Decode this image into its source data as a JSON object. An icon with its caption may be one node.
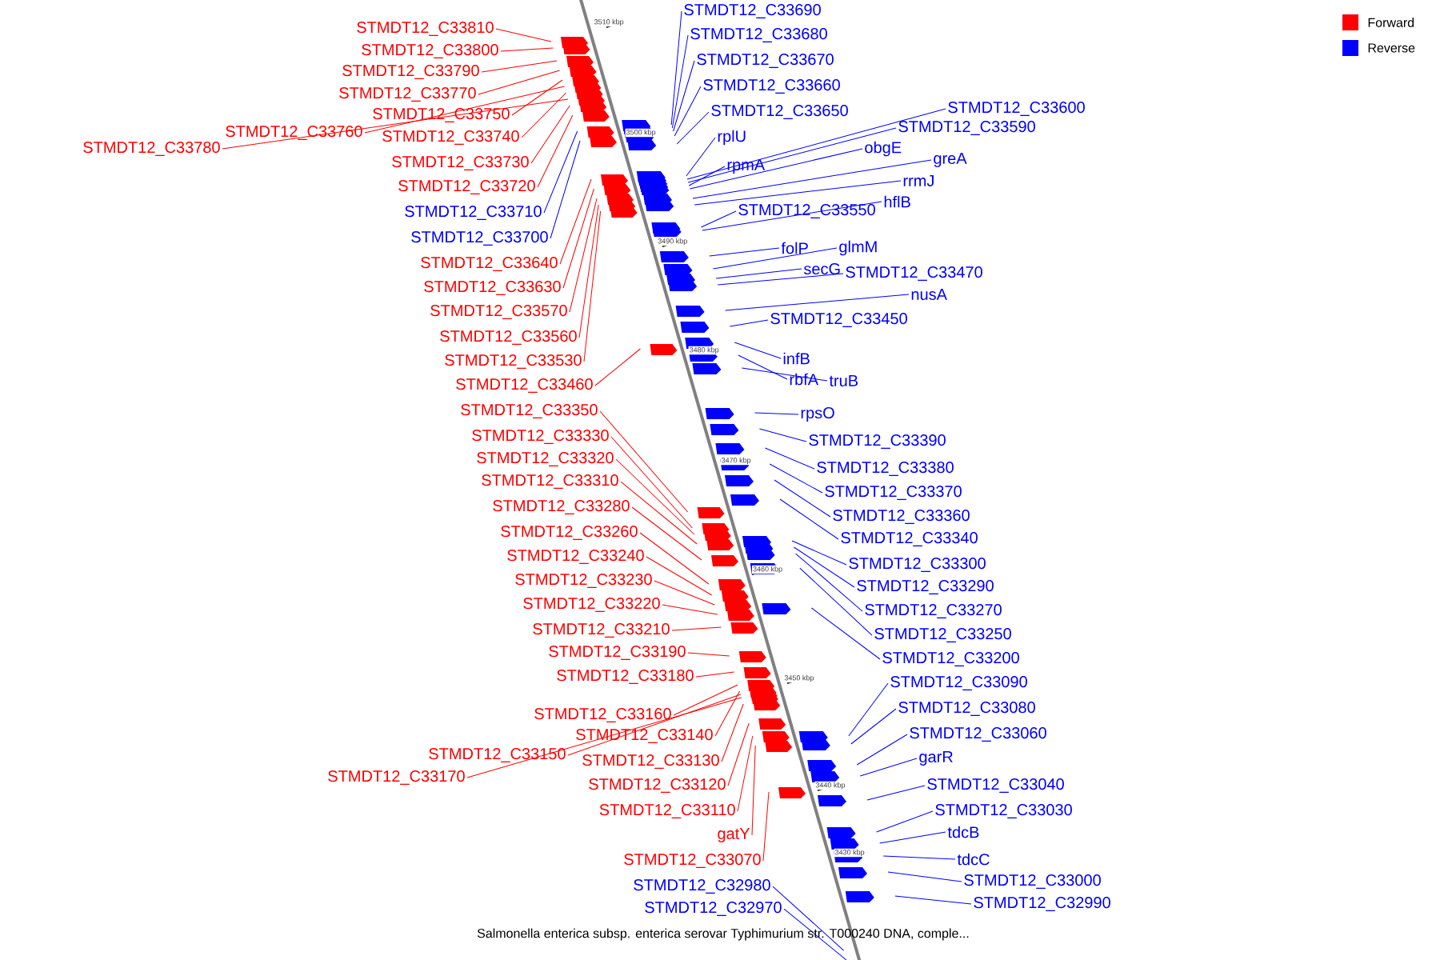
{
  "diagram": {
    "caption": "Salmonella enterica subsp. enterica serovar Typhimurium str. T000240 DNA, comple...",
    "nodes": [
      {
        "text": [
          "STMDT12_C33810"
        ]
      },
      {
        "text": [
          "STMDT12_C33800"
        ]
      },
      {
        "text": [
          "STMDT12_C33790"
        ]
      },
      {
        "text": [
          "STMDT12_C33770"
        ]
      },
      {
        "text": [
          "STMDT12_C33750"
        ]
      },
      {
        "text": [
          "STMDT12_C33760"
        ]
      },
      {
        "text": [
          "STMDT12_C33740"
        ]
      },
      {
        "text": [
          "STMDT12_C33780"
        ]
      },
      {
        "text": [
          "STMDT12_C33730"
        ]
      },
      {
        "text": [
          "STMDT12_C33720"
        ]
      },
      {
        "text": [
          "STMDT12_C33710"
        ]
      },
      {
        "text": [
          "STMDT12_C33700"
        ]
      },
      {
        "text": [
          "STMDT12_C33640"
        ]
      },
      {
        "text": [
          "STMDT12_C33630"
        ]
      },
      {
        "text": [
          "STMDT12_C33570"
        ]
      },
      {
        "text": [
          "STMDT12_C33560"
        ]
      },
      {
        "text": [
          "STMDT12_C33530"
        ]
      },
      {
        "text": [
          "STMDT12_C33460"
        ]
      },
      {
        "text": [
          "STMDT12_C33350"
        ]
      },
      {
        "text": [
          "STMDT12_C33330"
        ]
      },
      {
        "text": [
          "STMDT12_C33320"
        ]
      },
      {
        "text": [
          "STMDT12_C33310"
        ]
      },
      {
        "text": [
          "STMDT12_C33280"
        ]
      },
      {
        "text": [
          "STMDT12_C33260"
        ]
      },
      {
        "text": [
          "STMDT12_C33240"
        ]
      },
      {
        "text": [
          "STMDT12_C33230"
        ]
      },
      {
        "text": [
          "STMDT12_C33220"
        ]
      },
      {
        "text": [
          "STMDT12_C33210"
        ]
      },
      {
        "text": [
          "STMDT12_C33190"
        ]
      },
      {
        "text": [
          "STMDT12_C33180"
        ]
      },
      {
        "text": [
          "STMDT12_C33160"
        ]
      },
      {
        "text": [
          "STMDT12_C33140"
        ]
      },
      {
        "text": [
          "STMDT12_C33150"
        ]
      },
      {
        "text": [
          "STMDT12_C33130"
        ]
      },
      {
        "text": [
          "STMDT12_C33170"
        ]
      },
      {
        "text": [
          "STMDT12_C33120"
        ]
      },
      {
        "text": [
          "STMDT12_C33110"
        ]
      },
      {
        "text": [
          "gatY"
        ]
      },
      {
        "text": [
          "STMDT12_C33070"
        ]
      },
      {
        "text": [
          "STMDT12_C32980"
        ]
      },
      {
        "text": [
          "STMDT12_C32970"
        ]
      },
      {
        "text": [
          "STMDT12_C33690"
        ]
      },
      {
        "text": [
          "STMDT12_C33680"
        ]
      },
      {
        "text": [
          "STMDT12_C33670"
        ]
      },
      {
        "text": [
          "STMDT12_C33660"
        ]
      },
      {
        "text": [
          "STMDT12_C33650"
        ]
      },
      {
        "text": [
          "rplU"
        ]
      },
      {
        "text": [
          "STMDT12_C33600"
        ]
      },
      {
        "text": [
          "STMDT12_C33590"
        ]
      },
      {
        "text": [
          "obgE"
        ]
      },
      {
        "text": [
          "rpmA"
        ]
      },
      {
        "text": [
          "greA"
        ]
      },
      {
        "text": [
          "rrmJ"
        ]
      },
      {
        "text": [
          "hflB"
        ]
      },
      {
        "text": [
          "STMDT12_C33550"
        ]
      },
      {
        "text": [
          "folP"
        ]
      },
      {
        "text": [
          "glmM"
        ]
      },
      {
        "text": [
          "secG"
        ]
      },
      {
        "text": [
          "STMDT12_C33470"
        ]
      },
      {
        "text": [
          "nusA"
        ]
      },
      {
        "text": [
          "STMDT12_C33450"
        ]
      },
      {
        "text": [
          "infB"
        ]
      },
      {
        "text": [
          "rbfA"
        ]
      },
      {
        "text": [
          "truB"
        ]
      },
      {
        "text": [
          "rpsO"
        ]
      },
      {
        "text": [
          "STMDT12_C33390"
        ]
      },
      {
        "text": [
          "STMDT12_C33380"
        ]
      },
      {
        "text": [
          "STMDT12_C33370"
        ]
      },
      {
        "text": [
          "STMDT12_C33360"
        ]
      },
      {
        "text": [
          "STMDT12_C33340"
        ]
      },
      {
        "text": [
          "STMDT12_C33300"
        ]
      },
      {
        "text": [
          "STMDT12_C33290"
        ]
      },
      {
        "text": [
          "STMDT12_C33270"
        ]
      },
      {
        "text": [
          "STMDT12_C33250"
        ]
      },
      {
        "text": [
          "STMDT12_C33200"
        ]
      },
      {
        "text": [
          "STMDT12_C33090"
        ]
      },
      {
        "text": [
          "STMDT12_C33080"
        ]
      },
      {
        "text": [
          "STMDT12_C33060"
        ]
      },
      {
        "text": [
          "garR"
        ]
      },
      {
        "text": [
          "STMDT12_C33040"
        ]
      },
      {
        "text": [
          "STMDT12_C33030"
        ]
      },
      {
        "text": [
          "tdcB"
        ]
      },
      {
        "text": [
          "tdcC"
        ]
      },
      {
        "text": [
          "STMDT12_C33000"
        ]
      },
      {
        "text": [
          "STMDT12_C32990"
        ]
      }
    ],
    "edges": [
      {
        "from": 0,
        "to": null,
        "arrow": "none",
        "color": "#ff0000"
      },
      {
        "from": 1,
        "to": null,
        "arrow": "none",
        "color": "#ff0000"
      },
      {
        "from": 2,
        "to": null,
        "arrow": "none",
        "color": "#ff0000"
      },
      {
        "from": 3,
        "to": null,
        "arrow": "none",
        "color": "#ff0000"
      },
      {
        "from": 4,
        "to": null,
        "arrow": "none",
        "color": "#ff0000"
      },
      {
        "from": 5,
        "to": null,
        "arrow": "none",
        "color": "#ff0000"
      },
      {
        "from": 6,
        "to": null,
        "arrow": "none",
        "color": "#ff0000"
      },
      {
        "from": 7,
        "to": null,
        "arrow": "none",
        "color": "#ff0000"
      },
      {
        "from": 8,
        "to": null,
        "arrow": "none",
        "color": "#ff0000"
      },
      {
        "from": 9,
        "to": null,
        "arrow": "none",
        "color": "#ff0000"
      },
      {
        "from": 10,
        "to": null,
        "arrow": "none"
      },
      {
        "from": 11,
        "to": null,
        "arrow": "none"
      },
      {
        "from": 12,
        "to": null,
        "arrow": "none",
        "color": "#ff0000"
      },
      {
        "from": 13,
        "to": null,
        "arrow": "none",
        "color": "#ff0000"
      },
      {
        "from": 14,
        "to": null,
        "arrow": "none",
        "color": "#ff0000"
      },
      {
        "from": 15,
        "to": null,
        "arrow": "none",
        "color": "#ff0000"
      },
      {
        "from": 16,
        "to": null,
        "arrow": "none",
        "color": "#ff0000"
      },
      {
        "from": 17,
        "to": null,
        "arrow": "none",
        "color": "#ff0000"
      },
      {
        "from": 18,
        "to": null,
        "arrow": "none",
        "color": "#ff0000"
      },
      {
        "from": 19,
        "to": null,
        "arrow": "none",
        "color": "#ff0000"
      },
      {
        "from": 20,
        "to": null,
        "arrow": "none",
        "color": "#ff0000"
      },
      {
        "from": 21,
        "to": null,
        "arrow": "none",
        "color": "#ff0000"
      },
      {
        "from": 22,
        "to": null,
        "arrow": "none",
        "color": "#ff0000"
      },
      {
        "from": 23,
        "to": null,
        "arrow": "none",
        "color": "#ff0000"
      },
      {
        "from": 24,
        "to": null,
        "arrow": "none",
        "color": "#ff0000"
      },
      {
        "from": 25,
        "to": null,
        "arrow": "none",
        "color": "#ff0000"
      },
      {
        "from": 26,
        "to": null,
        "arrow": "none",
        "color": "#ff0000"
      },
      {
        "from": 27,
        "to": null,
        "arrow": "none",
        "color": "#ff0000"
      },
      {
        "from": 28,
        "to": null,
        "arrow": "none",
        "color": "#ff0000"
      },
      {
        "from": 29,
        "to": null,
        "arrow": "none",
        "color": "#ff0000"
      },
      {
        "from": 30,
        "to": null,
        "arrow": "none",
        "color": "#ff0000"
      },
      {
        "from": 31,
        "to": null,
        "arrow": "none",
        "color": "#ff0000"
      },
      {
        "from": 32,
        "to": null,
        "arrow": "none",
        "color": "#ff0000"
      },
      {
        "from": 33,
        "to": null,
        "arrow": "none",
        "color": "#ff0000"
      },
      {
        "from": 34,
        "to": null,
        "arrow": "none",
        "color": "#ff0000"
      },
      {
        "from": 35,
        "to": null,
        "arrow": "none",
        "color": "#ff0000"
      },
      {
        "from": 36,
        "to": null,
        "arrow": "none",
        "color": "#ff0000"
      },
      {
        "from": 37,
        "to": null,
        "arrow": "none",
        "color": "#ff0000"
      },
      {
        "from": 38,
        "to": null,
        "arrow": "none",
        "color": "#ff0000"
      },
      {
        "from": 39,
        "to": null,
        "arrow": "none"
      },
      {
        "from": 40,
        "to": null,
        "arrow": "none"
      },
      {
        "from": 41,
        "to": null,
        "arrow": "none"
      },
      {
        "from": 42,
        "to": null,
        "arrow": "none"
      },
      {
        "from": 43,
        "to": null,
        "arrow": "none"
      },
      {
        "from": 44,
        "to": null,
        "arrow": "none"
      },
      {
        "from": 45,
        "to": null,
        "arrow": "none"
      },
      {
        "from": 46,
        "to": null,
        "arrow": "none"
      },
      {
        "from": 47,
        "to": null,
        "arrow": "none"
      },
      {
        "from": 48,
        "to": null,
        "arrow": "none"
      },
      {
        "from": 49,
        "to": null,
        "arrow": "none"
      },
      {
        "from": 50,
        "to": null,
        "arrow": "none"
      },
      {
        "from": 51,
        "to": null,
        "arrow": "none"
      },
      {
        "from": 52,
        "to": null,
        "arrow": "none"
      },
      {
        "from": 53,
        "to": null,
        "arrow": "none"
      },
      {
        "from": 54,
        "to": null,
        "arrow": "none"
      },
      {
        "from": 55,
        "to": null,
        "arrow": "none"
      },
      {
        "from": 56,
        "to": null,
        "arrow": "none"
      },
      {
        "from": 57,
        "to": null,
        "arrow": "none"
      },
      {
        "from": 58,
        "to": null,
        "arrow": "none"
      },
      {
        "from": 59,
        "to": null,
        "arrow": "none"
      },
      {
        "from": 60,
        "to": null,
        "arrow": "none"
      },
      {
        "from": 61,
        "to": null,
        "arrow": "none"
      },
      {
        "from": 62,
        "to": null,
        "arrow": "none"
      },
      {
        "from": 63,
        "to": null,
        "arrow": "none"
      },
      {
        "from": 64,
        "to": null,
        "arrow": "none"
      },
      {
        "from": 65,
        "to": null,
        "arrow": "none"
      },
      {
        "from": 66,
        "to": null,
        "arrow": "none"
      },
      {
        "from": 67,
        "to": null,
        "arrow": "none"
      },
      {
        "from": 68,
        "to": null,
        "arrow": "none"
      },
      {
        "from": 69,
        "to": null,
        "arrow": "none"
      },
      {
        "from": 70,
        "to": null,
        "arrow": "none"
      },
      {
        "from": 71,
        "to": null,
        "arrow": "none"
      },
      {
        "from": 72,
        "to": null,
        "arrow": "none"
      },
      {
        "from": 73,
        "to": null,
        "arrow": "none"
      },
      {
        "from": 74,
        "to": null,
        "arrow": "none"
      },
      {
        "from": 75,
        "to": null,
        "arrow": "none"
      },
      {
        "from": 76,
        "to": null,
        "arrow": "none"
      },
      {
        "from": 77,
        "to": null,
        "arrow": "none"
      },
      {
        "from": 78,
        "to": null,
        "arrow": "none"
      },
      {
        "from": 79,
        "to": null,
        "arrow": "none"
      },
      {
        "from": 80,
        "to": null,
        "arrow": "none"
      },
      {
        "from": 81,
        "to": null,
        "arrow": "none"
      },
      {
        "from": 82,
        "to": null,
        "arrow": "none"
      },
      {
        "from": 83,
        "to": null,
        "arrow": "none"
      },
      {
        "from": 84,
        "to": null,
        "arrow": "none"
      }
    ],
    "labels": [
      "3510 kbp",
      "3500 kbp",
      "3490 kbp",
      "3480 kbp",
      "3470 kbp",
      "3460 kbp",
      "3450 kbp",
      "3440 kbp",
      "3430 kbp"
    ],
    "legend": [
      {
        "text": "Forward",
        "color": "#ff0000"
      },
      {
        "text": "Reverse",
        "color": "#0000ff"
      }
    ]
  }
}
